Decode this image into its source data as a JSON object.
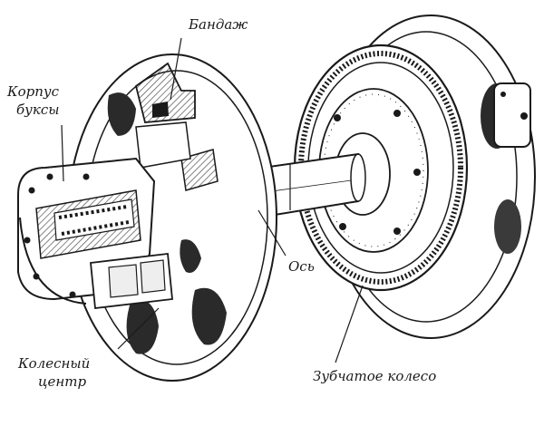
{
  "labels": {
    "tire": "Бандаж",
    "axlebox_line1": "Корпус",
    "axlebox_line2": "буксы",
    "axle": "Ось",
    "wheel_center_line1": "Колесный",
    "wheel_center_line2": "центр",
    "gear_wheel": "Зубчатое колесо"
  },
  "colors": {
    "ink": "#1a1a1a",
    "hatch": "#555555",
    "paper": "#ffffff"
  }
}
